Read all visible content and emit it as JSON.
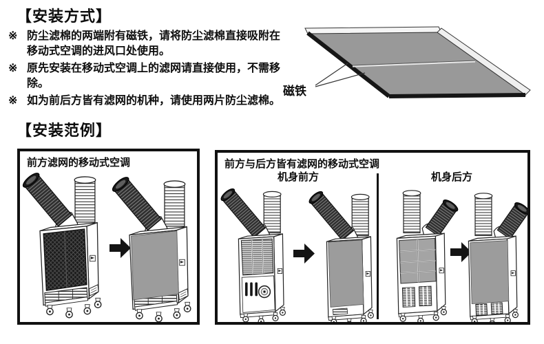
{
  "install_method": {
    "title": "【安装方式】",
    "notes": [
      {
        "bullet": "※",
        "text": "防尘滤棉的两端附有磁铁，请将防尘滤棉直接吸附在移动式空调的进风口处使用。"
      },
      {
        "bullet": "※",
        "text": "原先安装在移动式空调上的滤网请直接使用，不需移除。"
      },
      {
        "bullet": "※",
        "text": "如为前后方皆有滤网的机种，请使用两片防尘滤棉。"
      }
    ],
    "magnet_diagram": {
      "label": "磁铁"
    }
  },
  "examples": {
    "title": "【安装范例】",
    "front_filter_box": {
      "title": "前方滤网的移动式空调"
    },
    "both_filter_box": {
      "title": "前方与后方皆有滤网的移动式空调",
      "front_label": "机身前方",
      "rear_label": "机身后方"
    }
  },
  "colors": {
    "background": "#ffffff",
    "text": "#0d0d0d",
    "box_border": "#111111",
    "line_art": "#222222",
    "filter_cotton_gray": "#9c9c9c",
    "panel_surface_gray": "#999999",
    "mesh_dark": "#1b1b1b"
  }
}
